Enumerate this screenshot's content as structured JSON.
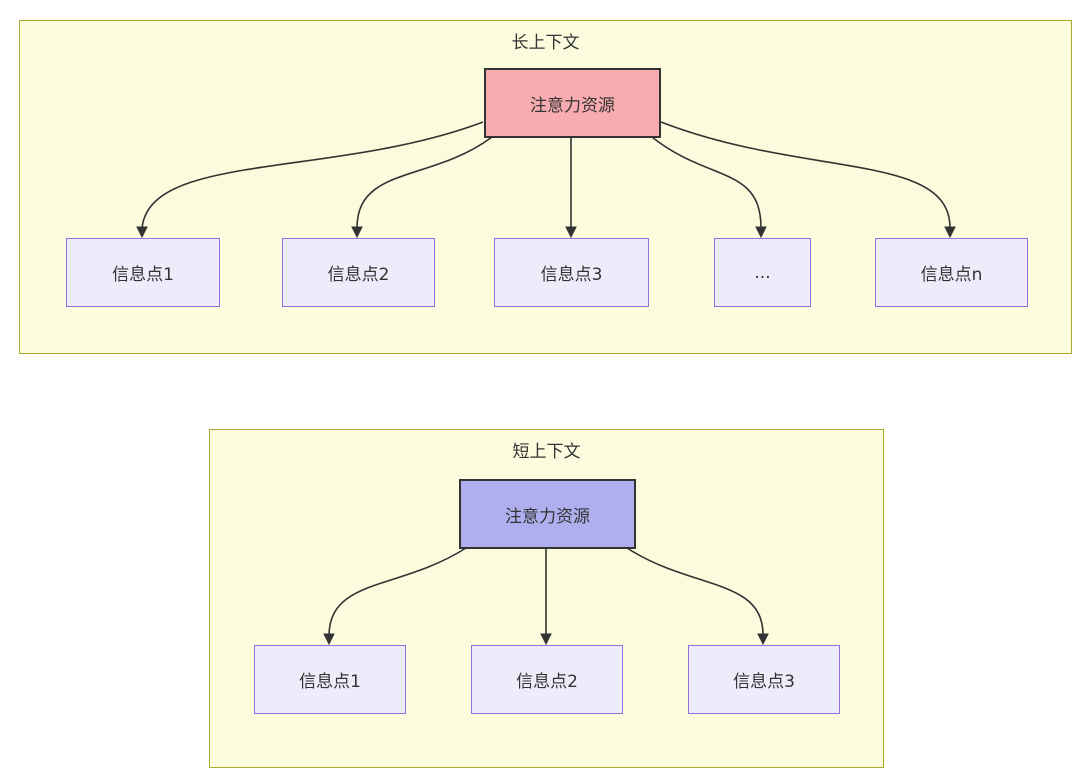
{
  "colors": {
    "panel_fill": "#fbfbde",
    "panel_border": "#aaaa33",
    "node_fill": "#ececfa",
    "node_border": "#9370db",
    "attention_long_fill": "#f8acb0",
    "attention_short_fill": "#afafef",
    "attention_border": "#333333",
    "arrow": "#333333",
    "text": "#333333"
  },
  "long_context": {
    "title": "长上下文",
    "attention_label": "注意力资源",
    "nodes": [
      {
        "label": "信息点1"
      },
      {
        "label": "信息点2"
      },
      {
        "label": "信息点3"
      },
      {
        "label": "..."
      },
      {
        "label": "信息点n"
      }
    ]
  },
  "short_context": {
    "title": "短上下文",
    "attention_label": "注意力资源",
    "nodes": [
      {
        "label": "信息点1"
      },
      {
        "label": "信息点2"
      },
      {
        "label": "信息点3"
      }
    ]
  }
}
